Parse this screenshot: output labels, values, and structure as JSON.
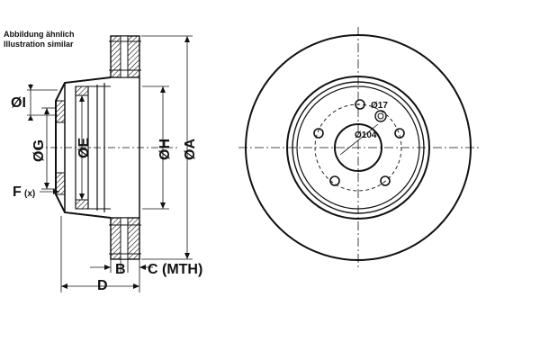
{
  "notes": {
    "line1": "Abbildung ähnlich",
    "line2": "Illustration similar"
  },
  "side_view": {
    "label_I": "ØI",
    "label_G": "ØG",
    "label_E": "ØE",
    "label_H": "ØH",
    "label_A": "ØA",
    "label_F": "F",
    "label_F_sub": "(x)",
    "label_B": "B",
    "label_C": "C (MTH)",
    "label_D": "D"
  },
  "front_view": {
    "bolt_hole_label": "Ø17",
    "bore_label": "Ø104"
  },
  "colors": {
    "ink": "#111111",
    "hatch": "#111111",
    "background": "#ffffff"
  }
}
